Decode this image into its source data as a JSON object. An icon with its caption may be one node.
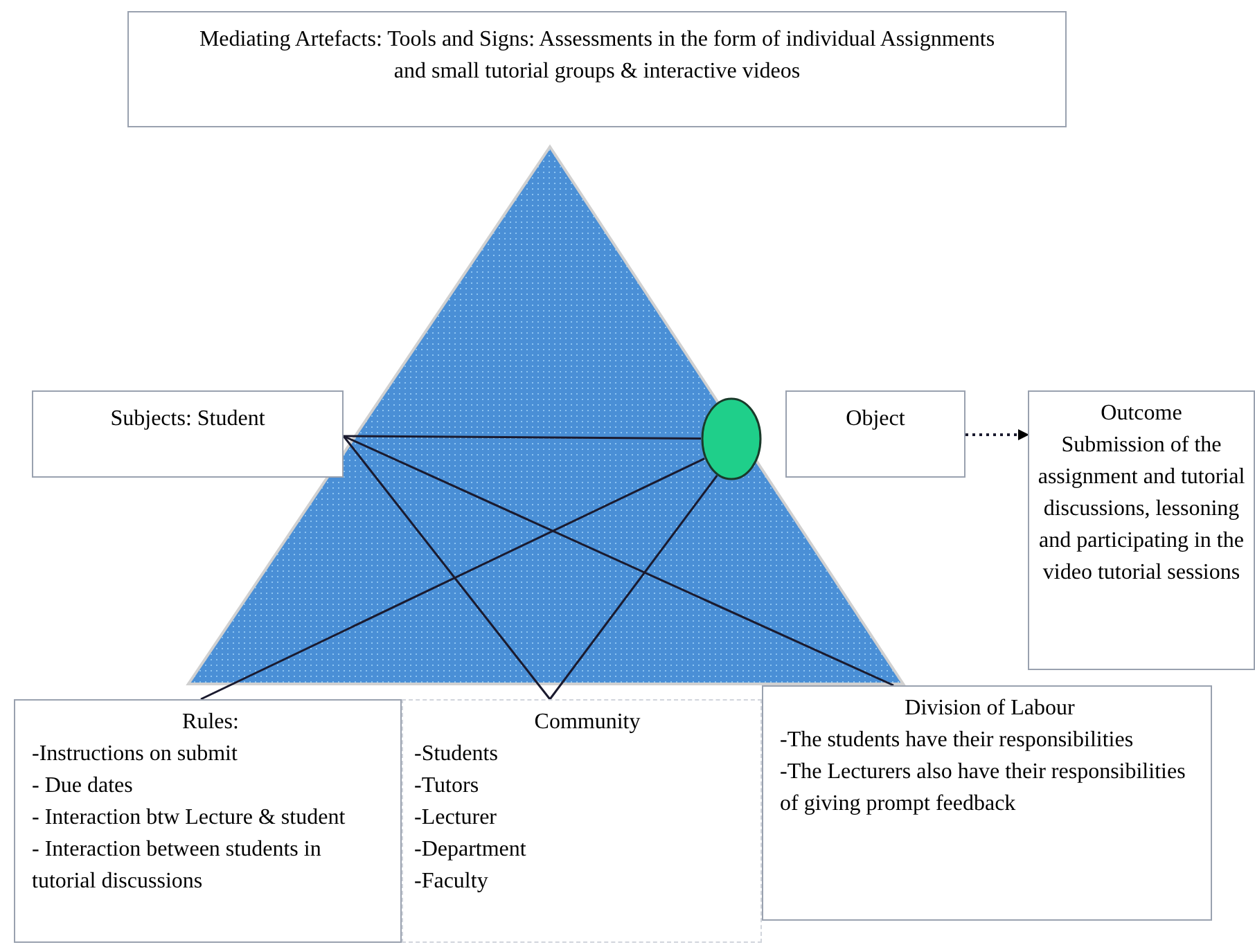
{
  "diagram": {
    "nodes": [
      {
        "text": [
          "Mediating Artefacts: Tools and Signs: Assessments in the form of individual Assignments and small tutorial groups & interactive videos"
        ]
      },
      {
        "text": [
          "Subjects: Student"
        ]
      },
      {
        "text": [],
        "shape": "circle"
      },
      {
        "text": [
          "Object"
        ]
      },
      {
        "text": [
          "Outcome",
          "Submission of the assignment and tutorial discussions, lessoning and participating in the video tutorial sessions"
        ]
      },
      {
        "text": [
          "Rules:",
          "-Instructions on submit",
          "- Due dates",
          "- Interaction btw Lecture & student",
          "- Interaction between students in tutorial discussions"
        ]
      },
      {
        "text": [
          "Community",
          "-Students",
          "-Tutors",
          "-Lecturer",
          "-Department",
          "-Faculty"
        ]
      },
      {
        "text": [
          "Division of Labour",
          "-The students have their responsibilities",
          "-The Lecturers also have their responsibilities of giving prompt feedback"
        ]
      }
    ],
    "edges": [
      {
        "from": 1,
        "to": 2,
        "arrow": "none"
      },
      {
        "from": 1,
        "to": 6,
        "arrow": "none"
      },
      {
        "from": 1,
        "to": 7,
        "arrow": "none"
      },
      {
        "from": 2,
        "to": 5,
        "arrow": "none"
      },
      {
        "from": 2,
        "to": 6,
        "arrow": "none"
      },
      {
        "from": 3,
        "to": 4,
        "arrow": "to",
        "style": "dashed"
      }
    ]
  }
}
